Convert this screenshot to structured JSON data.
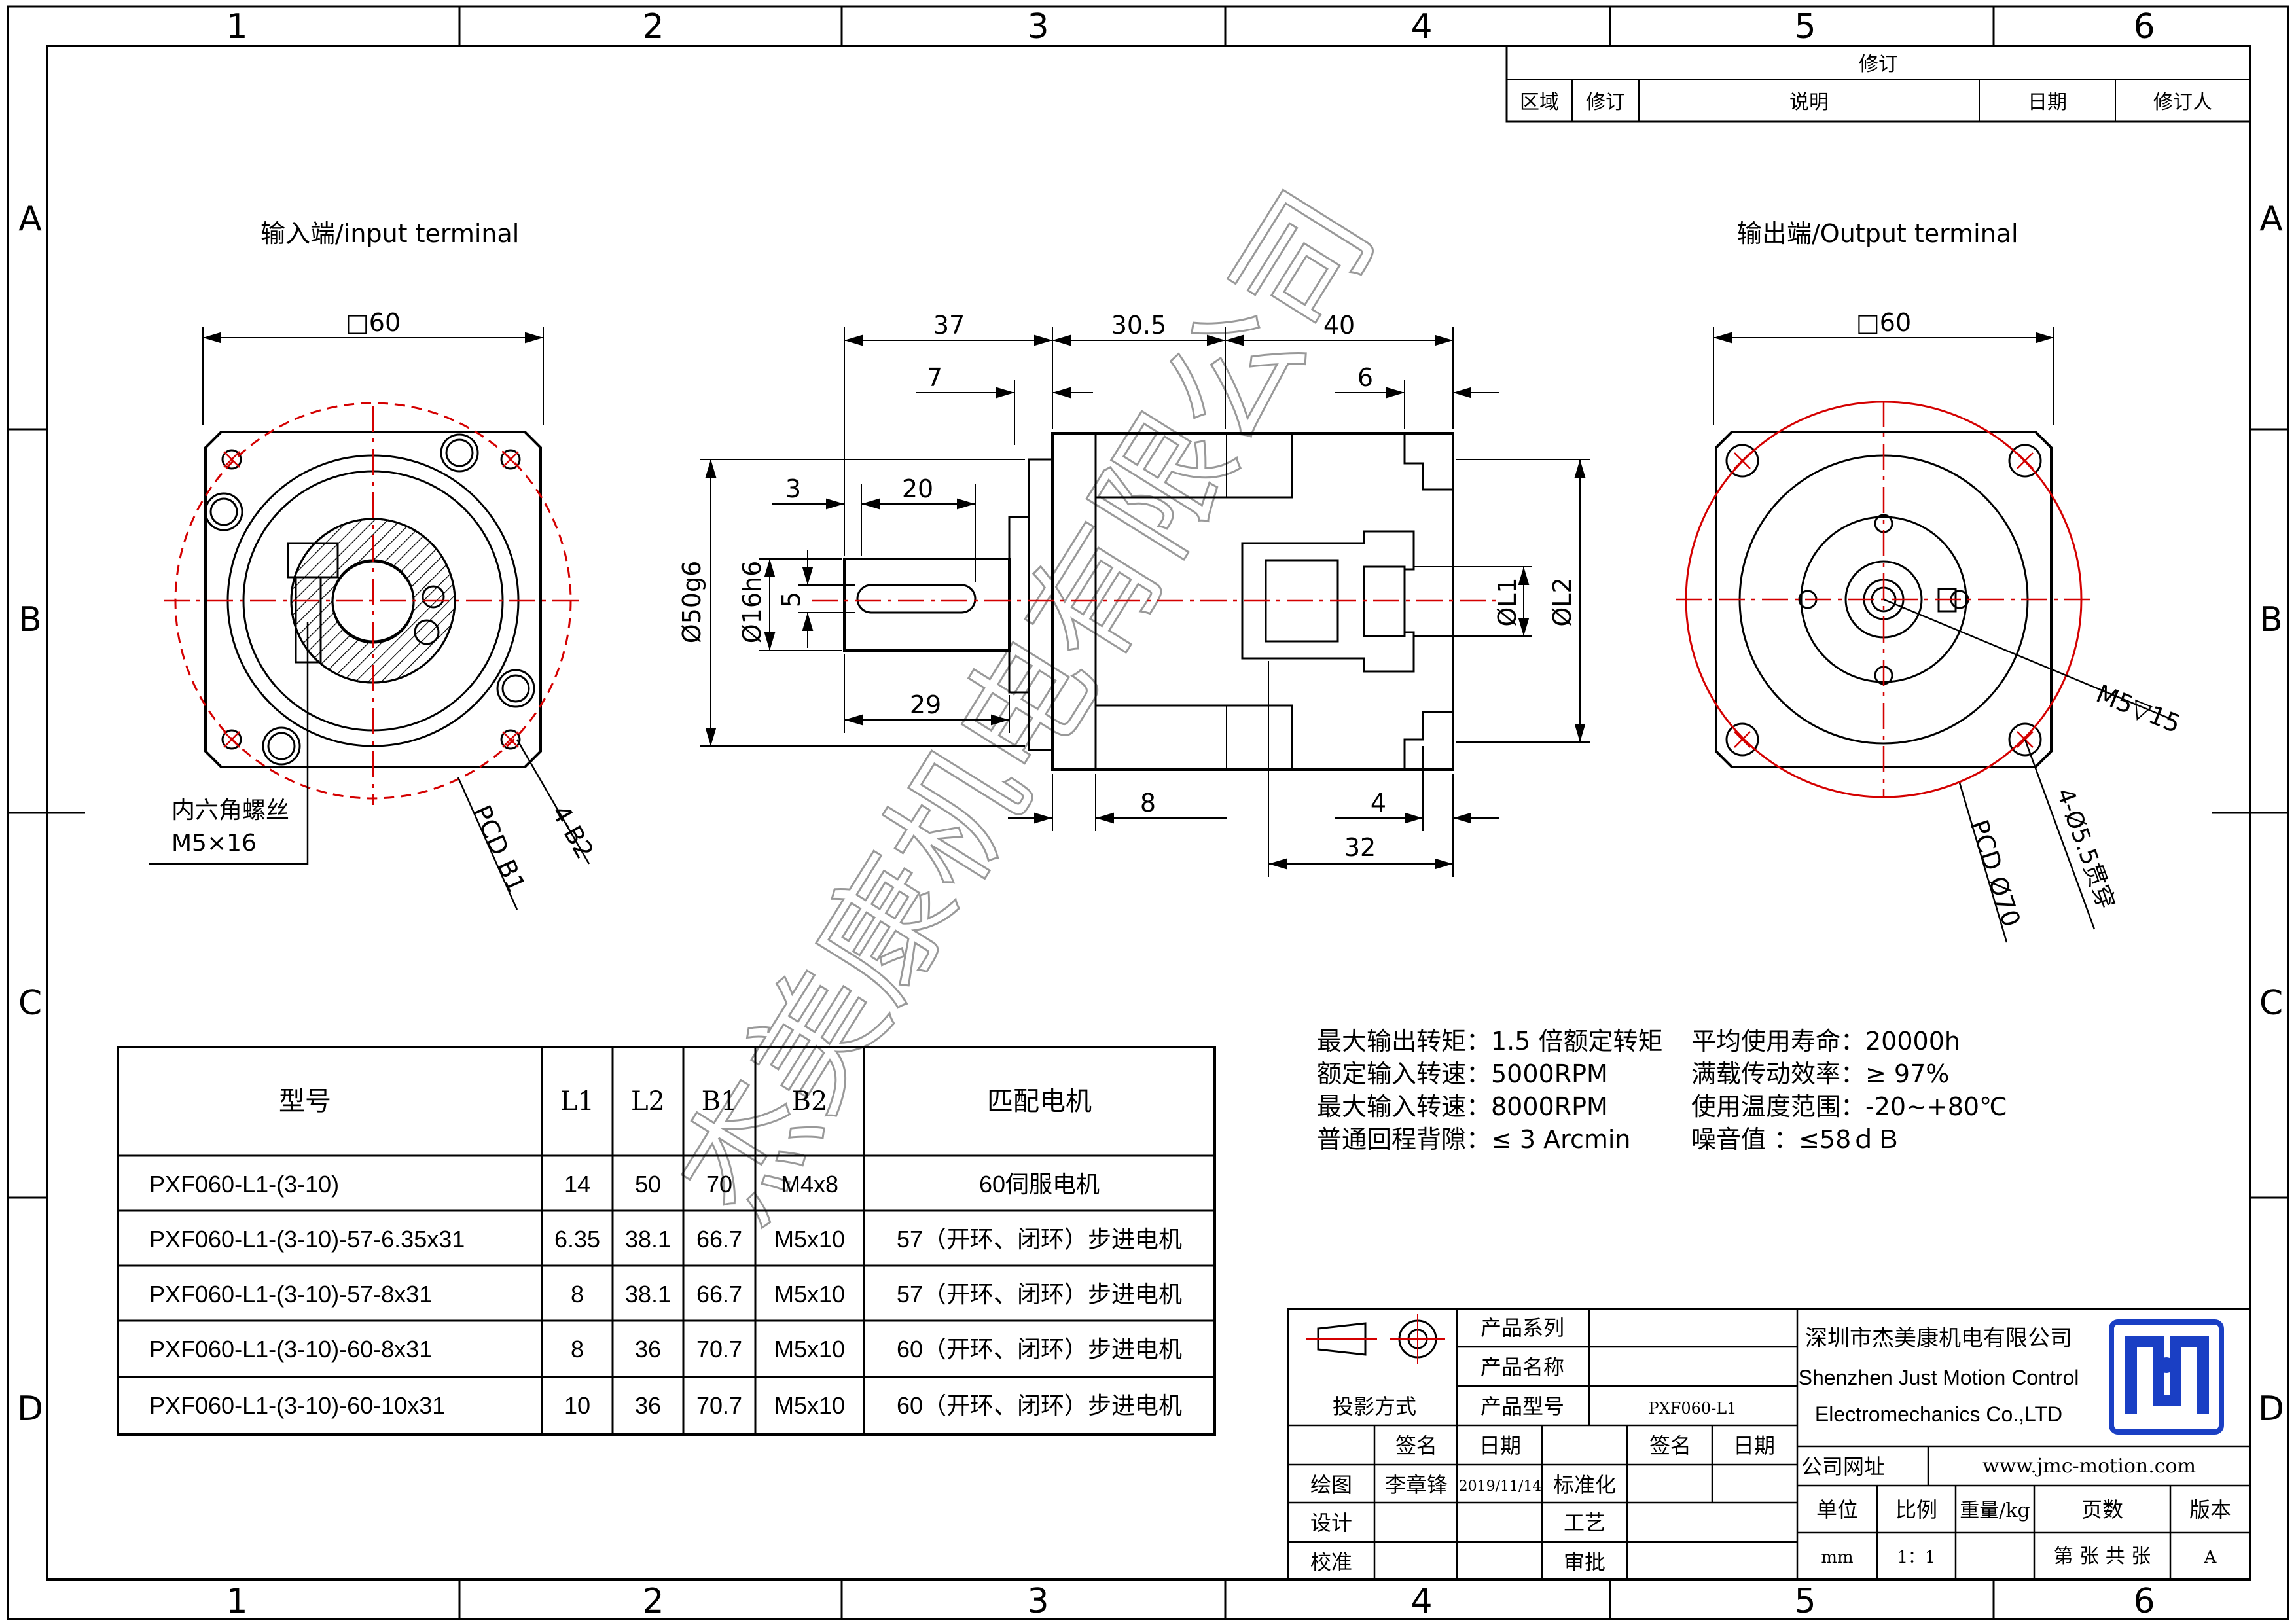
{
  "border": {
    "columns": [
      "1",
      "2",
      "3",
      "4",
      "5",
      "6"
    ],
    "rows": [
      "A",
      "B",
      "C",
      "D"
    ]
  },
  "revision_table": {
    "title": "修订",
    "headers": [
      "区域",
      "修订",
      "说明",
      "日期",
      "修订人"
    ]
  },
  "views": {
    "input_label": "输入端/input terminal",
    "output_label": "输出端/Output terminal"
  },
  "dimensions": {
    "input_square": "□60",
    "input_screw_label_1": "内六角螺丝",
    "input_screw_label_2": "M5×16",
    "input_pcd": "PCD B1",
    "input_holes": "4-B2",
    "side_37": "37",
    "side_30_5": "30.5",
    "side_40": "40",
    "side_7": "7",
    "side_6": "6",
    "side_3": "3",
    "side_20": "20",
    "side_29": "29",
    "side_d50": "Ø50g6",
    "side_d16": "Ø16h6",
    "side_5": "5",
    "side_dl1": "ØL1",
    "side_dl2": "ØL2",
    "side_8": "8",
    "side_4": "4",
    "side_32": "32",
    "output_square": "□60",
    "output_thread": "M5▽15",
    "output_pcd": "PCD Ø70",
    "output_holes": "4-Ø5.5贯穿"
  },
  "specs": {
    "left": [
      "最大输出转矩：1.5 倍额定转矩",
      "额定输入转速：5000RPM",
      "最大输入转速：8000RPM",
      "普通回程背隙：≤ 3 Arcmin"
    ],
    "right": [
      "平均使用寿命：20000h",
      "满载传动效率：≥   97%",
      "使用温度范围：-20~+80℃",
      "噪音值          ：≤58ｄＢ"
    ]
  },
  "model_table": {
    "headers": [
      "型号",
      "L1",
      "L2",
      "B1",
      "B2",
      "匹配电机"
    ],
    "rows": [
      [
        "PXF060-L1-(3-10)",
        "14",
        "50",
        "70",
        "M4x8",
        "60伺服电机"
      ],
      [
        "PXF060-L1-(3-10)-57-6.35x31",
        "6.35",
        "38.1",
        "66.7",
        "M5x10",
        "57（开环、闭环）步进电机"
      ],
      [
        "PXF060-L1-(3-10)-57-8x31",
        "8",
        "38.1",
        "66.7",
        "M5x10",
        "57（开环、闭环）步进电机"
      ],
      [
        "PXF060-L1-(3-10)-60-8x31",
        "8",
        "36",
        "70.7",
        "M5x10",
        "60（开环、闭环）步进电机"
      ],
      [
        "PXF060-L1-(3-10)-60-10x31",
        "10",
        "36",
        "70.7",
        "M5x10",
        "60（开环、闭环）步进电机"
      ]
    ]
  },
  "title_block": {
    "projection_label": "投影方式",
    "product_series_label": "产品系列",
    "product_name_label": "产品名称",
    "product_model_label": "产品型号",
    "product_model_value": "PXF060-L1",
    "sign_label": "签名",
    "date_label": "日期",
    "sign_label_2": "签名",
    "date_label_2": "日期",
    "draw_label": "绘图",
    "draw_name": "李章锋",
    "draw_date": "2019/11/14",
    "standard_label": "标准化",
    "design_label": "设计",
    "process_label": "工艺",
    "check_label": "校准",
    "approve_label": "审批",
    "company_cn": "深圳市杰美康机电有限公司",
    "company_en_1": "Shenzhen Just Motion Control",
    "company_en_2": "Electromechanics Co.,LTD",
    "website_label": "公司网址",
    "website": "www.jmc-motion.com",
    "unit_label": "单位",
    "scale_label": "比例",
    "weight_label": "重量/kg",
    "pages_label": "页数",
    "version_label": "版本",
    "unit_value": "mm",
    "scale_value": "1：1",
    "pages_value": "第 张 共 张",
    "version_value": "A",
    "logo_color": "#1a3fc4"
  },
  "watermark": "杰美康机电有限公司"
}
